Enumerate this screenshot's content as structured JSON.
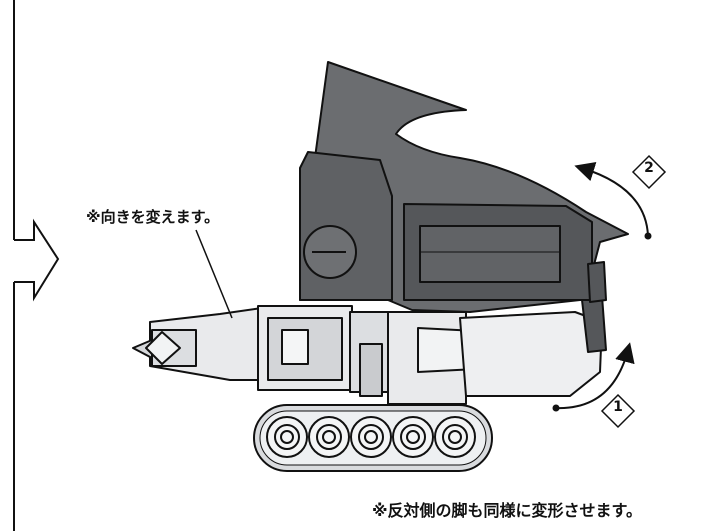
{
  "annotations": {
    "turn_note": "※向きを変えます。",
    "leg_note": "※反対側の脚も同様に変形させます。"
  },
  "steps": [
    {
      "number": "1",
      "action": "rotate-up"
    },
    {
      "number": "2",
      "action": "rotate-back"
    }
  ],
  "colors": {
    "dark_part": "#6b6d70",
    "dark_part_shade": "#55575a",
    "light_part": "#e9eaec",
    "light_part_shade": "#c9cbce",
    "outline": "#111111"
  },
  "icons": [
    "flow-arrow-icon",
    "rotate-arrow-icon",
    "diamond-marker-icon"
  ]
}
